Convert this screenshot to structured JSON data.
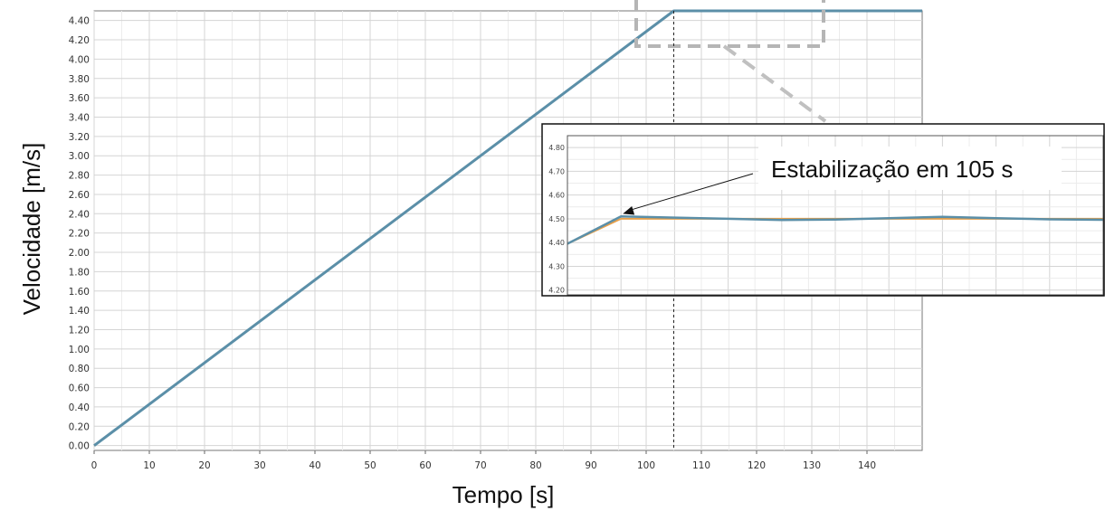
{
  "chart_data": [
    {
      "type": "line",
      "xlabel": "Tempo [s]",
      "ylabel": "Velocidade [m/s]",
      "xlim": [
        0,
        150
      ],
      "ylim": [
        -0.05,
        4.5
      ],
      "x_ticks": [
        0,
        10,
        20,
        30,
        40,
        50,
        60,
        70,
        80,
        90,
        100,
        110,
        120,
        130,
        140
      ],
      "y_ticks": [
        "0.00",
        "0.20",
        "0.40",
        "0.60",
        "0.80",
        "1.00",
        "1.20",
        "1.40",
        "1.60",
        "1.80",
        "2.00",
        "2.20",
        "2.40",
        "2.60",
        "2.80",
        "3.00",
        "3.20",
        "3.40",
        "3.60",
        "3.80",
        "4.00",
        "4.20",
        "4.40"
      ],
      "grid": true,
      "vertical_marker_x": 105,
      "series": [
        {
          "color": "#5b8fa8",
          "x": [
            0,
            105,
            110,
            120,
            130,
            140,
            150
          ],
          "values": [
            0.0,
            4.5,
            4.5,
            4.5,
            4.5,
            4.5,
            4.5
          ]
        },
        {
          "color": "#e8a04a",
          "x": [
            0,
            105,
            110,
            120,
            130,
            140,
            150
          ],
          "values": [
            0.0,
            4.5,
            4.5,
            4.5,
            4.5,
            4.5,
            4.5
          ]
        }
      ]
    },
    {
      "type": "line",
      "xlim": [
        100,
        150
      ],
      "ylim": [
        4.18,
        4.85
      ],
      "y_ticks": [
        "4.20",
        "4.30",
        "4.40",
        "4.50",
        "4.60",
        "4.70",
        "4.80"
      ],
      "grid": true,
      "annotation": "Estabilização em 105 s",
      "annotation_point": [
        105,
        4.51
      ],
      "series": [
        {
          "color": "#5b8fa8",
          "x": [
            100,
            105,
            110,
            115,
            120,
            125,
            130,
            135,
            140,
            145,
            150
          ],
          "values": [
            4.395,
            4.51,
            4.505,
            4.5,
            4.495,
            4.497,
            4.503,
            4.508,
            4.503,
            4.498,
            4.496
          ]
        },
        {
          "color": "#e8a04a",
          "x": [
            100,
            105,
            110,
            115,
            120,
            125,
            130,
            135,
            140,
            145,
            150
          ],
          "values": [
            4.395,
            4.5,
            4.5,
            4.5,
            4.5,
            4.5,
            4.5,
            4.5,
            4.5,
            4.5,
            4.5
          ]
        }
      ]
    }
  ]
}
